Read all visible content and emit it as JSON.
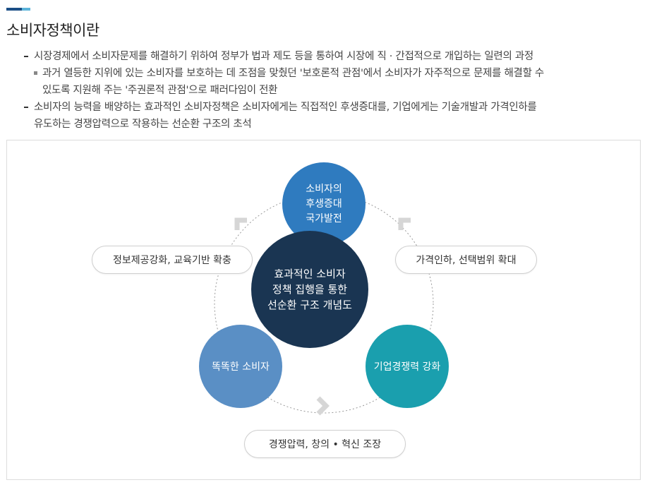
{
  "title": "소비자정책이란",
  "description": {
    "items": [
      "시장경제에서 소비자문제를 해결하기 위하여 정부가 법과 제도 등을 통하여 시장에 직 · 간접적으로 개입하는 일련의 과정",
      "과거 열등한 지위에 있는 소비자를 보호하는 데 조점을 맞췄던 '보호론적 관점'에서 소비자가 자주적으로 문제를 해결할 수",
      "있도록 지원해 주는 '주권론적 관점'으로 패러다임이 전환",
      "소비자의 능력을 배양하는 효과적인 소비자정책은 소비자에게는 직접적인 후생증대를, 기업에게는 기술개발과 가격인하를",
      "유도하는 경쟁압력으로 작용하는 선순환 구조의 초석"
    ]
  },
  "diagram": {
    "center": "효과적인 소비자\n정책 집행을 통한\n선순환 구조 개념도",
    "top": "소비자의\n후생증대\n국가발전",
    "left": "똑똑한 소비자",
    "right": "기업경쟁력 강화",
    "label_left": "정보제공강화, 교육기반 확충",
    "label_right": "가격인하, 선택범위 확대",
    "label_bottom": "경쟁압력, 창의 • 혁신 조장",
    "colors": {
      "top": "#2f7bbf",
      "center": "#1a3552",
      "left": "#5a8fc5",
      "right": "#1a9fae",
      "arrow": "#d6d6d6"
    }
  }
}
